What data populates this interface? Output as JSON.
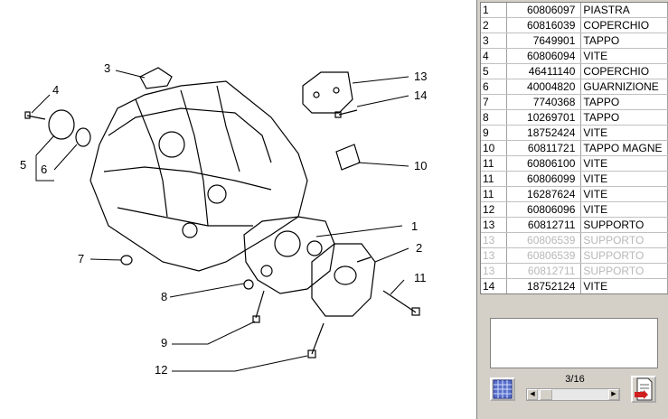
{
  "diagram": {
    "callouts": [
      "1",
      "2",
      "3",
      "4",
      "5",
      "6",
      "7",
      "8",
      "9",
      "10",
      "11",
      "12",
      "13",
      "14"
    ]
  },
  "parts": [
    {
      "ref": "1",
      "code": "60806097",
      "desc": "PIASTRA",
      "dim": false
    },
    {
      "ref": "2",
      "code": "60816039",
      "desc": "COPERCHIO",
      "dim": false
    },
    {
      "ref": "3",
      "code": "7649901",
      "desc": "TAPPO",
      "dim": false
    },
    {
      "ref": "4",
      "code": "60806094",
      "desc": "VITE",
      "dim": false
    },
    {
      "ref": "5",
      "code": "46411140",
      "desc": "COPERCHIO",
      "dim": false
    },
    {
      "ref": "6",
      "code": "40004820",
      "desc": "GUARNIZIONE",
      "dim": false
    },
    {
      "ref": "7",
      "code": "7740368",
      "desc": "TAPPO",
      "dim": false
    },
    {
      "ref": "8",
      "code": "10269701",
      "desc": "TAPPO",
      "dim": false
    },
    {
      "ref": "9",
      "code": "18752424",
      "desc": "VITE",
      "dim": false
    },
    {
      "ref": "10",
      "code": "60811721",
      "desc": "TAPPO MAGNE",
      "dim": false
    },
    {
      "ref": "11",
      "code": "60806100",
      "desc": "VITE",
      "dim": false
    },
    {
      "ref": "11",
      "code": "60806099",
      "desc": "VITE",
      "dim": false
    },
    {
      "ref": "11",
      "code": "16287624",
      "desc": "VITE",
      "dim": false
    },
    {
      "ref": "12",
      "code": "60806096",
      "desc": "VITE",
      "dim": false
    },
    {
      "ref": "13",
      "code": "60812711",
      "desc": "SUPPORTO",
      "dim": false
    },
    {
      "ref": "13",
      "code": "60806539",
      "desc": "SUPPORTO",
      "dim": true
    },
    {
      "ref": "13",
      "code": "60806539",
      "desc": "SUPPORTO",
      "dim": true
    },
    {
      "ref": "13",
      "code": "60812711",
      "desc": "SUPPORTO",
      "dim": true
    },
    {
      "ref": "14",
      "code": "18752124",
      "desc": "VITE",
      "dim": false
    }
  ],
  "pager": {
    "label": "3/16"
  },
  "icons": {
    "grid": "grid-view-icon",
    "export": "document-export-icon"
  },
  "colors": {
    "panel": "#d4d0c8",
    "dim_text": "#b8b8b8"
  }
}
